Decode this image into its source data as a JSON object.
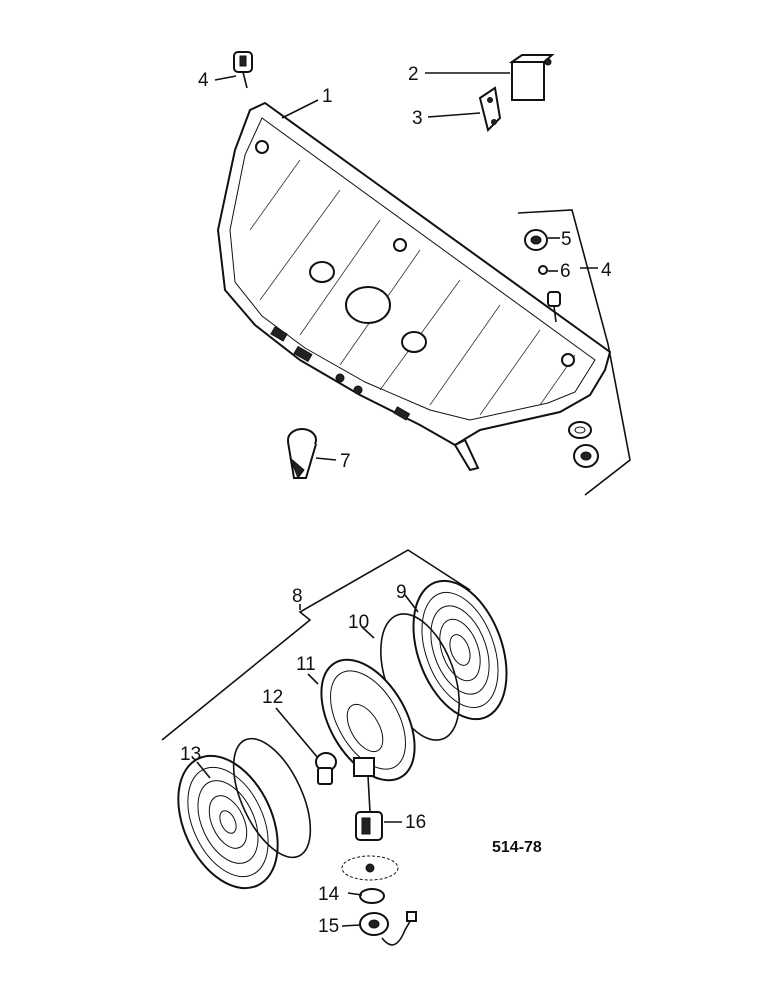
{
  "figure_code": "514-78",
  "callouts": [
    {
      "id": "c1",
      "text": "1"
    },
    {
      "id": "c2",
      "text": "2"
    },
    {
      "id": "c3",
      "text": "3"
    },
    {
      "id": "c4a",
      "text": "4"
    },
    {
      "id": "c4b",
      "text": "4"
    },
    {
      "id": "c5",
      "text": "5"
    },
    {
      "id": "c6",
      "text": "6"
    },
    {
      "id": "c7",
      "text": "7"
    },
    {
      "id": "c8",
      "text": "8"
    },
    {
      "id": "c9",
      "text": "9"
    },
    {
      "id": "c10",
      "text": "10"
    },
    {
      "id": "c11",
      "text": "11"
    },
    {
      "id": "c12",
      "text": "12"
    },
    {
      "id": "c13",
      "text": "13"
    },
    {
      "id": "c14",
      "text": "14"
    },
    {
      "id": "c15",
      "text": "15"
    },
    {
      "id": "c16",
      "text": "16"
    }
  ]
}
